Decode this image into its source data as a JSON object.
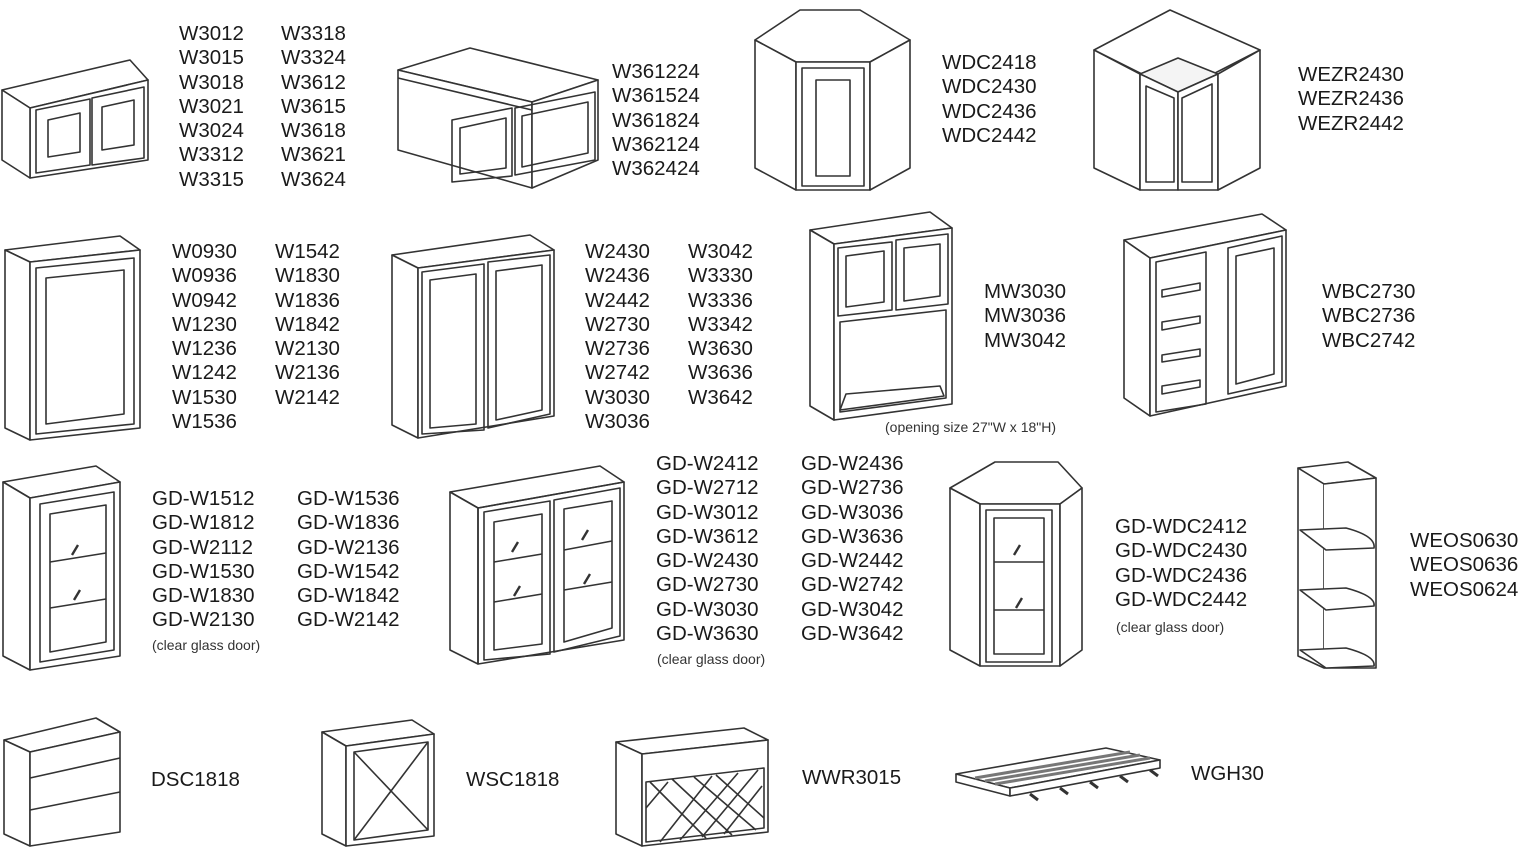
{
  "colors": {
    "line": "#333333",
    "panel": "#ffffff",
    "text": "#1a1a1a"
  },
  "cabinets": {
    "wall_double": {
      "icon": "double-door-wall-cabinet-icon",
      "col1": [
        "W3012",
        "W3015",
        "W3018",
        "W3021",
        "W3024",
        "W3312",
        "W3315"
      ],
      "col2": [
        "W3318",
        "W3324",
        "W3612",
        "W3615",
        "W3618",
        "W3621",
        "W3624"
      ]
    },
    "wall_deep": {
      "icon": "deep-wall-cabinet-icon",
      "col1": [
        "W361224",
        "W361524",
        "W361824",
        "W362124",
        "W362424"
      ]
    },
    "diagonal_corner": {
      "icon": "diagonal-corner-cabinet-icon",
      "col1": [
        "WDC2418",
        "WDC2430",
        "WDC2436",
        "WDC2442"
      ]
    },
    "easy_reach": {
      "icon": "easy-reach-corner-cabinet-icon",
      "col1": [
        "WEZR2430",
        "WEZR2436",
        "WEZR2442"
      ]
    },
    "wall_single": {
      "icon": "single-door-wall-cabinet-icon",
      "col1": [
        "W0930",
        "W0936",
        "W0942",
        "W1230",
        "W1236",
        "W1242",
        "W1530",
        "W1536"
      ],
      "col2": [
        "W1542",
        "W1830",
        "W1836",
        "W1842",
        "W2130",
        "W2136",
        "W2142"
      ]
    },
    "wall_tall_double": {
      "icon": "tall-double-door-wall-cabinet-icon",
      "col1": [
        "W2430",
        "W2436",
        "W2442",
        "W2730",
        "W2736",
        "W2742",
        "W3030",
        "W3036"
      ],
      "col2": [
        "W3042",
        "W3330",
        "W3336",
        "W3342",
        "W3630",
        "W3636",
        "W3642"
      ]
    },
    "microwave": {
      "icon": "microwave-wall-cabinet-icon",
      "col1": [
        "MW3030",
        "MW3036",
        "MW3042"
      ],
      "note": "(opening size 27\"W x 18\"H)"
    },
    "blind_corner": {
      "icon": "blind-corner-wall-cabinet-icon",
      "col1": [
        "WBC2730",
        "WBC2736",
        "WBC2742"
      ]
    },
    "glass_single": {
      "icon": "glass-door-single-wall-cabinet-icon",
      "col1": [
        "GD-W1512",
        "GD-W1812",
        "GD-W2112",
        "GD-W1530",
        "GD-W1830",
        "GD-W2130"
      ],
      "col2": [
        "GD-W1536",
        "GD-W1836",
        "GD-W2136",
        "GD-W1542",
        "GD-W1842",
        "GD-W2142"
      ],
      "note": "(clear glass door)"
    },
    "glass_double": {
      "icon": "glass-door-double-wall-cabinet-icon",
      "col1": [
        "GD-W2412",
        "GD-W2712",
        "GD-W3012",
        "GD-W3612",
        "GD-W2430",
        "GD-W2730",
        "GD-W3030",
        "GD-W3630"
      ],
      "col2": [
        "GD-W2436",
        "GD-W2736",
        "GD-W3036",
        "GD-W3636",
        "GD-W2442",
        "GD-W2742",
        "GD-W3042",
        "GD-W3642"
      ],
      "note": "(clear glass door)"
    },
    "glass_diagonal": {
      "icon": "glass-door-diagonal-corner-cabinet-icon",
      "col1": [
        "GD-WDC2412",
        "GD-WDC2430",
        "GD-WDC2436",
        "GD-WDC2442"
      ],
      "note": "(clear glass door)"
    },
    "end_open_shelf": {
      "icon": "wall-end-open-shelf-icon",
      "col1": [
        "WEOS0630",
        "WEOS0636",
        "WEOS0624"
      ]
    },
    "drawer_stack": {
      "icon": "drawer-stack-cabinet-icon",
      "label": "DSC1818"
    },
    "wine_x": {
      "icon": "wine-x-storage-cabinet-icon",
      "label": "WSC1818"
    },
    "wine_rack": {
      "icon": "wine-rack-cabinet-icon",
      "label": "WWR3015"
    },
    "glass_holder": {
      "icon": "wine-glass-holder-icon",
      "label": "WGH30"
    }
  }
}
